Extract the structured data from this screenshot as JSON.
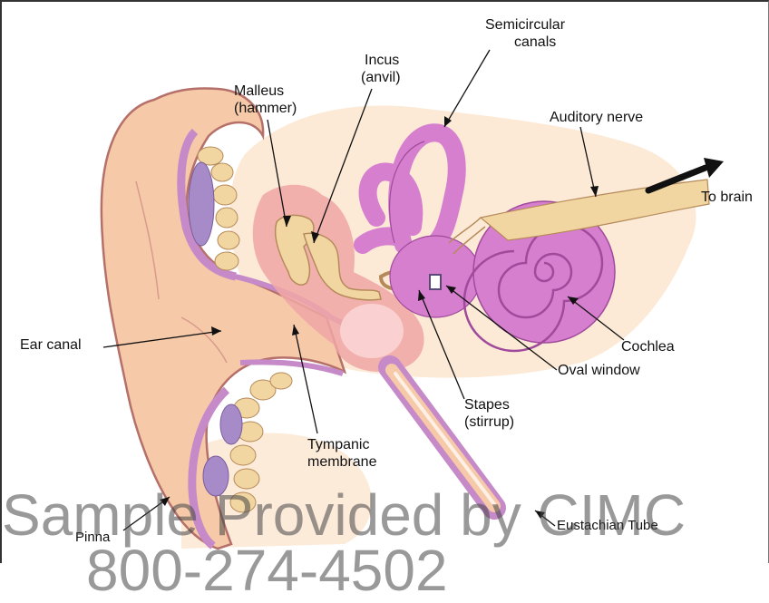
{
  "labels": {
    "semicircular_line1": "Semicircular",
    "semicircular_line2": "canals",
    "incus_line1": "Incus",
    "incus_line2": "(anvil)",
    "malleus_line1": "Malleus",
    "malleus_line2": "(hammer)",
    "auditory_nerve": "Auditory nerve",
    "to_brain": "To brain",
    "ear_canal": "Ear canal",
    "cochlea": "Cochlea",
    "oval_window": "Oval window",
    "stapes_line1": "Stapes",
    "stapes_line2": "(stirrup)",
    "tympanic_line1": "Tympanic",
    "tympanic_line2": "membrane",
    "pinna": "Pinna",
    "eustachian_tube": "Eustachian Tube"
  },
  "watermark": {
    "line1": "Sample Provided by CIMC",
    "line2": "800-274-4502"
  },
  "colors": {
    "skin": "#f6c9a8",
    "skin_outline": "#b5706a",
    "cartilage": "#c58ac7",
    "cochlea": "#d77fcf",
    "bone": "#f2d6a2",
    "middle_ear": "#f0a6a6",
    "background_tissue": "#fbe6cf"
  }
}
